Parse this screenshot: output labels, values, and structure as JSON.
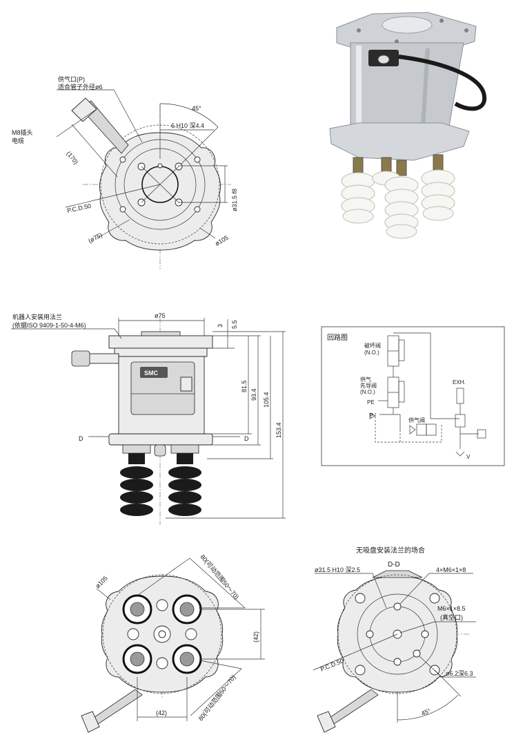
{
  "top_view": {
    "supply_port_label_1": "供气口(P)",
    "supply_port_label_2": "适合管子外径ø6",
    "connector_label_1": "M8插头",
    "connector_label_2": "电缆",
    "dim_angle": "45°",
    "dim_hole": "6 H10 深4.4",
    "dim_cable": "(170)",
    "dim_pcd": "P.C.D.50",
    "dim_bore": "ø31.5 f8",
    "dim_outer75": "(ø75)",
    "dim_outer105": "ø105"
  },
  "side_view": {
    "flange_label_1": "机器人安装用法兰",
    "flange_label_2": "(依据ISO 9409-1-50-4-M6)",
    "dim_dia75": "ø75",
    "dim_3": "3",
    "dim_5_5": "5.5",
    "dim_81_5": "81.5",
    "dim_93_4": "93.4",
    "dim_105_4": "105.4",
    "dim_153_4": "153.4",
    "section_left": "D",
    "section_right": "D",
    "brand": "SMC"
  },
  "circuit": {
    "title": "回路图",
    "valve_break_1": "破坏阀",
    "valve_break_2": "(N.O.)",
    "valve_supply_1": "供气",
    "valve_supply_2": "先导阀",
    "valve_supply_3": "(N.O.)",
    "port_pe": "PE",
    "port_p": "P",
    "port_exh": "EXH.",
    "supply_valve": "供气阀",
    "port_v": "V"
  },
  "bottom_view": {
    "dim_dia105": "ø105",
    "dim_range_top": "80(可动范围50～70)",
    "dim_42_v": "(42)",
    "dim_42_h": "(42)",
    "dim_range_bottom": "80(可动范围50～70)"
  },
  "section_view": {
    "title": "无吸盘安装法兰的场合",
    "section_name": "D-D",
    "dim_bore": "ø31.5 H10 深2.5",
    "dim_thread4": "4×M6×1×8",
    "dim_thread1_a": "M6×1×8.5",
    "dim_thread1_b": "(真空口)",
    "dim_pcd": "P.C.D.50",
    "dim_pin": "ø6.2深6.3",
    "dim_angle": "45°"
  }
}
